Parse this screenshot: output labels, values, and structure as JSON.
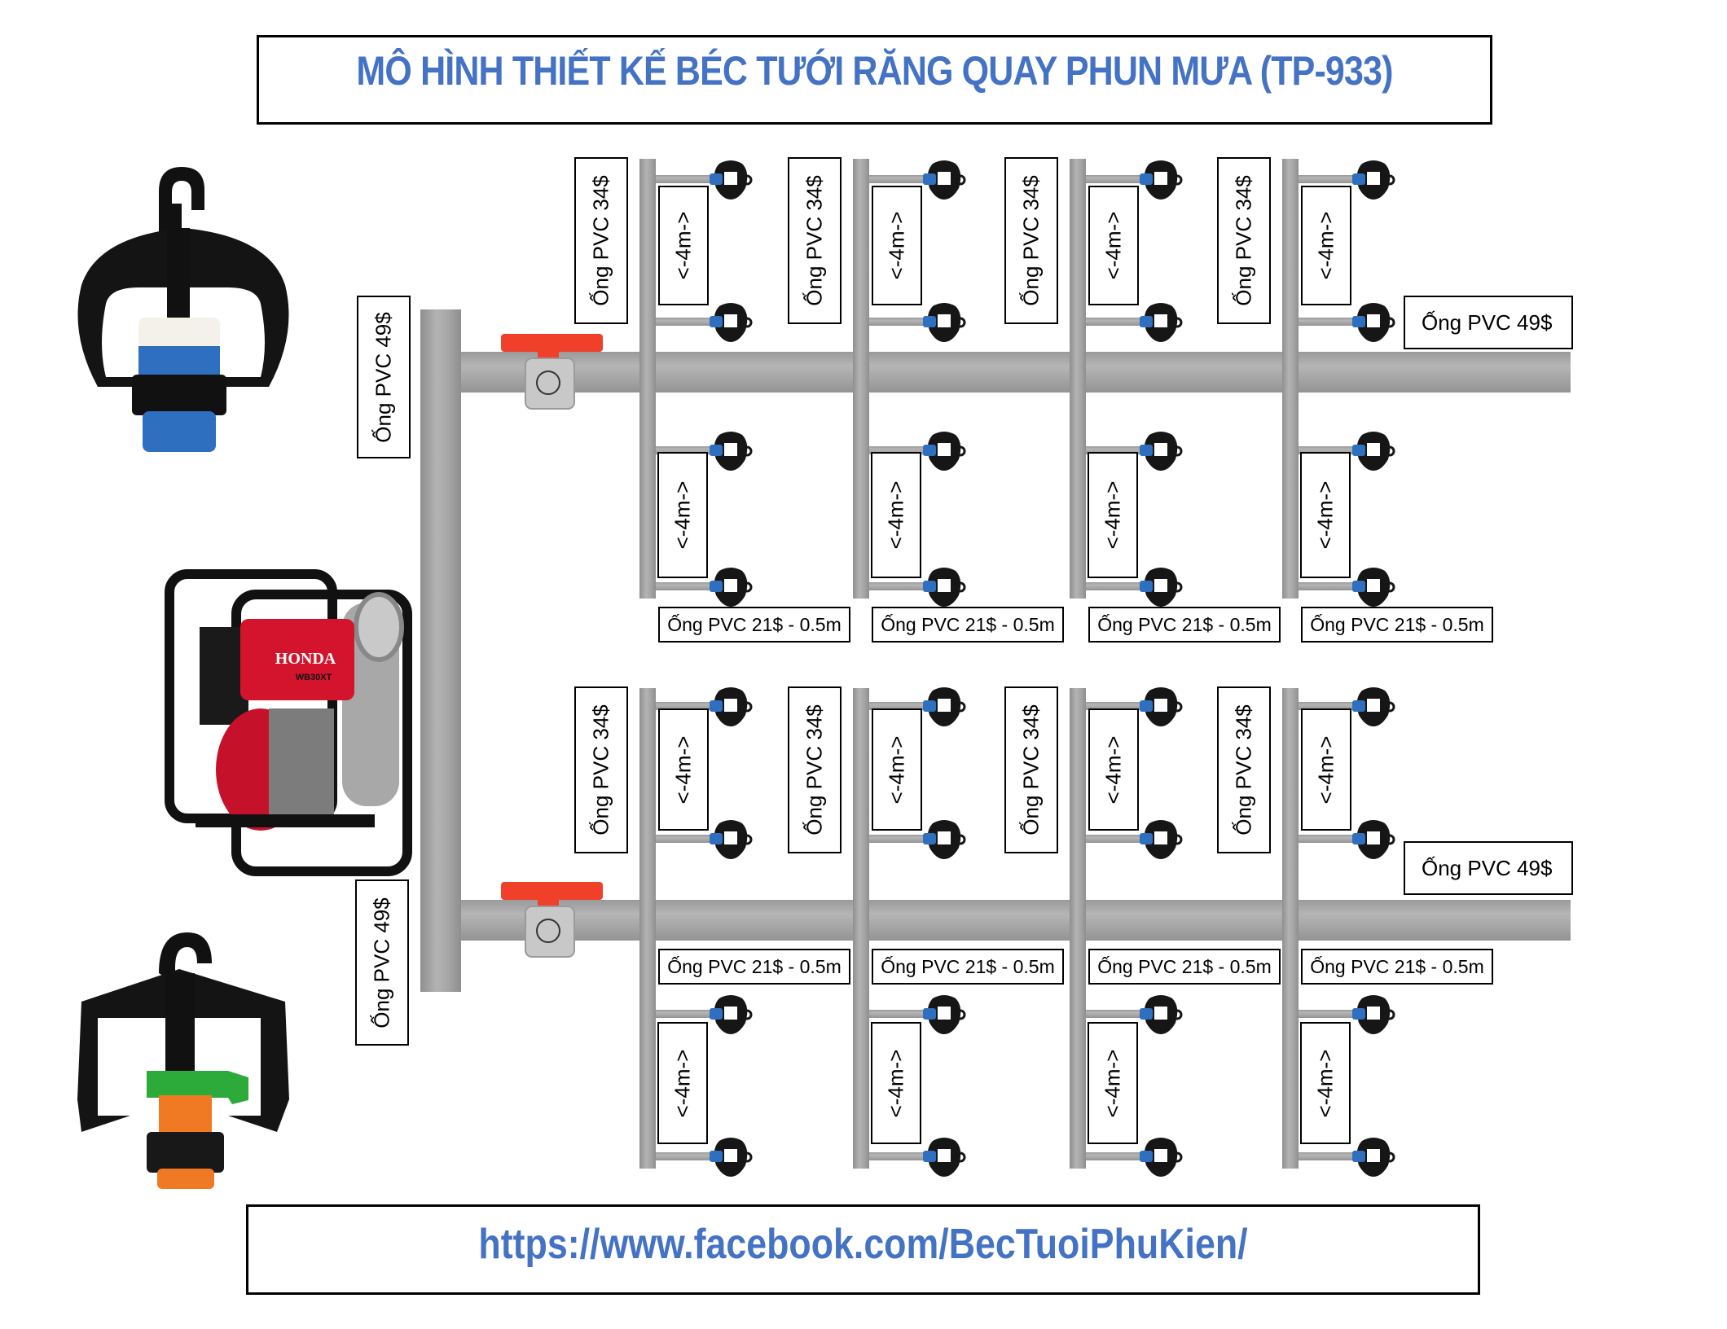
{
  "title": "MÔ HÌNH THIẾT KẾ BÉC TƯỚI RĂNG QUAY PHUN MƯA (TP-933)",
  "footer_url": "https://www.facebook.com/BecTuoiPhuKien/",
  "colors": {
    "accent": "#4472c4",
    "pipe": "#a6a6a6",
    "valve_handle": "#f0402a"
  },
  "labels": {
    "main_pipe": "Ống PVC 49$",
    "branch_pipe": "Ống PVC 34$",
    "spacing": "<-4m->",
    "riser": "Ống PVC 21$ - 0.5m"
  },
  "upper_section": {
    "main_label": "Ống PVC 49$",
    "end_label": "Ống PVC 49$",
    "branches": [
      {
        "pipe_label": "Ống PVC 34$",
        "spacing_top": "<-4m->",
        "spacing_bottom": "<-4m->",
        "riser_label": "Ống PVC 21$ - 0.5m"
      },
      {
        "pipe_label": "Ống PVC 34$",
        "spacing_top": "<-4m->",
        "spacing_bottom": "<-4m->",
        "riser_label": "Ống PVC 21$ - 0.5m"
      },
      {
        "pipe_label": "Ống PVC 34$",
        "spacing_top": "<-4m->",
        "spacing_bottom": "<-4m->",
        "riser_label": "Ống PVC 21$ - 0.5m"
      },
      {
        "pipe_label": "Ống PVC 34$",
        "spacing_top": "<-4m->",
        "spacing_bottom": "<-4m->",
        "riser_label": "Ống PVC 21$ - 0.5m"
      }
    ]
  },
  "lower_section": {
    "main_label": "Ống PVC 49$",
    "end_label": "Ống PVC 49$",
    "branches": [
      {
        "pipe_label": "Ống PVC 34$",
        "spacing_top": "<-4m->",
        "spacing_bottom": "<-4m->",
        "riser_label": "Ống PVC 21$ - 0.5m"
      },
      {
        "pipe_label": "Ống PVC 34$",
        "spacing_top": "<-4m->",
        "spacing_bottom": "<-4m->",
        "riser_label": "Ống PVC 21$ - 0.5m"
      },
      {
        "pipe_label": "Ống PVC 34$",
        "spacing_top": "<-4m->",
        "spacing_bottom": "<-4m->",
        "riser_label": "Ống PVC 21$ - 0.5m"
      },
      {
        "pipe_label": "Ống PVC 34$",
        "spacing_top": "<-4m->",
        "spacing_bottom": "<-4m->",
        "riser_label": "Ống PVC 21$ - 0.5m"
      }
    ]
  },
  "images": {
    "sprinkler_blue": "sprinkler-blue-nozzle",
    "sprinkler_green": "sprinkler-green-nozzle",
    "pump_brand": "HONDA",
    "pump_model": "WB30XT"
  }
}
